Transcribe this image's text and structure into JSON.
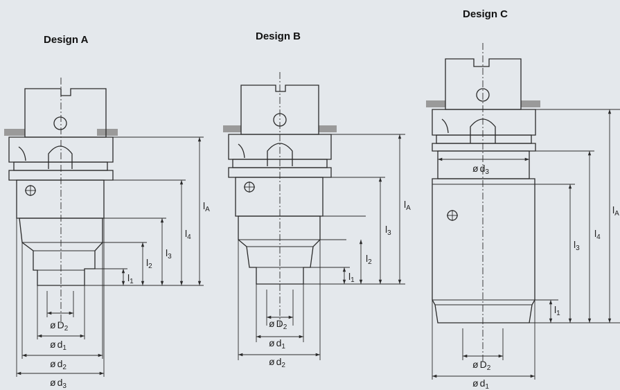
{
  "designs": {
    "a": {
      "title": "Design A"
    },
    "b": {
      "title": "Design B"
    },
    "c": {
      "title": "Design C"
    }
  },
  "symbols": {
    "dia": "ø",
    "l": "l",
    "d": "d",
    "D": "D",
    "sub_1": "1",
    "sub_2": "2",
    "sub_3": "3",
    "sub_4": "4",
    "sub_A": "A"
  },
  "colors": {
    "background": "#e4e8ec",
    "line": "#2a2a2a",
    "clamp_band": "#9a9a9a"
  }
}
